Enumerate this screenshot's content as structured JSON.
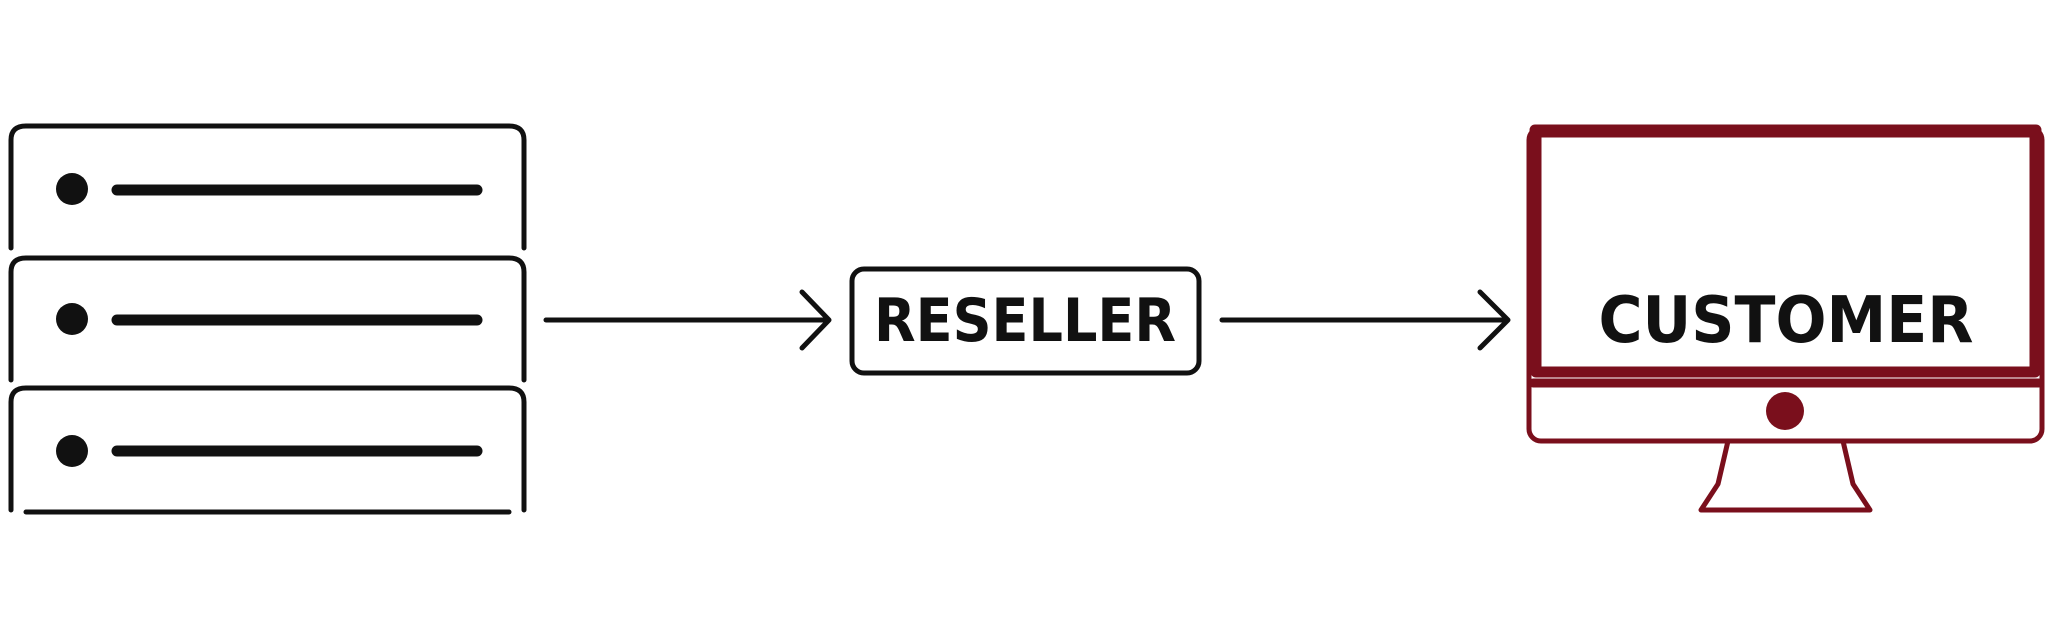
{
  "diagram": {
    "nodes": {
      "reseller": {
        "label": "RESELLER"
      },
      "customer": {
        "label": "CUSTOMER"
      }
    },
    "edges": [
      {
        "from": "server",
        "to": "reseller"
      },
      {
        "from": "reseller",
        "to": "customer"
      }
    ],
    "colors": {
      "ink": "#111111",
      "customer_accent": "#7a0f1c"
    },
    "icons": {
      "server": "server-stack-icon",
      "customer": "desktop-monitor-icon"
    }
  }
}
